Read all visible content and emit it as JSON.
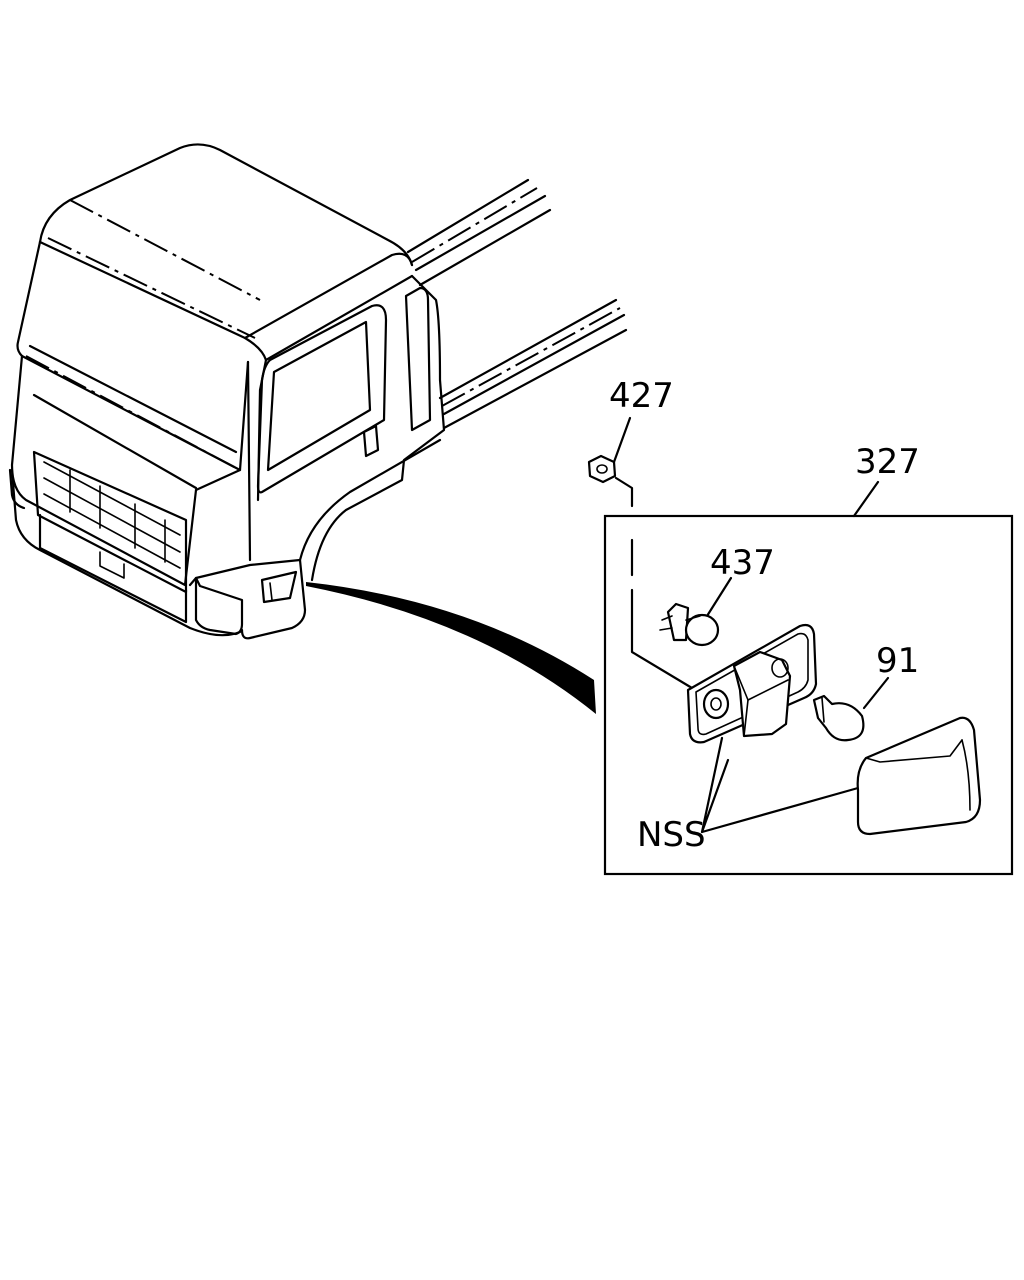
{
  "callouts": {
    "nut": "427",
    "assembly": "327",
    "socket": "437",
    "bulb": "91",
    "nss": "NSS"
  },
  "colors": {
    "line": "#000000",
    "background": "#ffffff"
  }
}
